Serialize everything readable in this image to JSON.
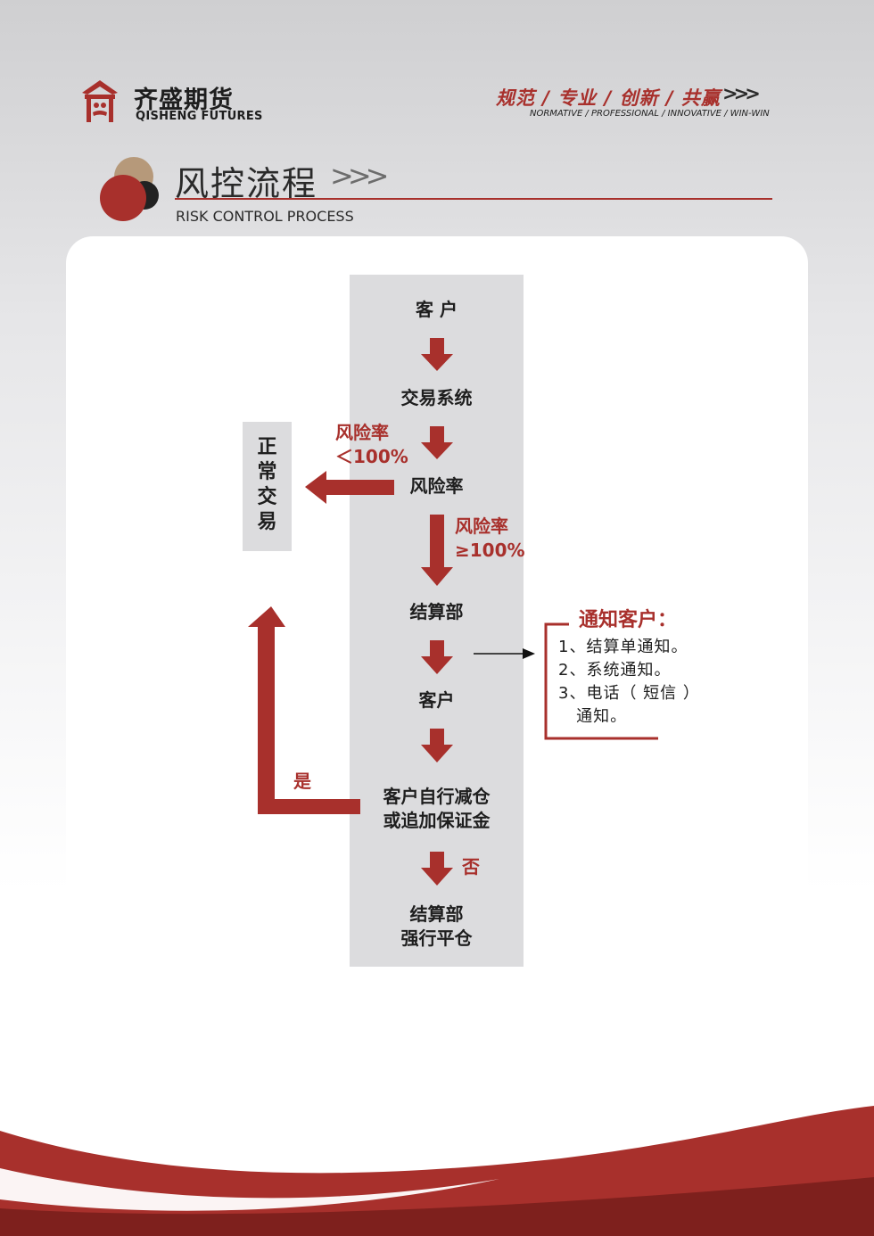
{
  "header": {
    "logo_cn": "齐盛期货",
    "logo_en": "QISHENG FUTURES",
    "slogan_cn": "规范 / 专业 / 创新 / 共赢",
    "slogan_chevrons": ">>>",
    "slogan_en": "NORMATIVE / PROFESSIONAL / INNOVATIVE / WIN-WIN"
  },
  "section": {
    "title_cn": "风控流程",
    "title_chevrons": ">>>",
    "title_en": "RISK CONTROL PROCESS"
  },
  "flow": {
    "nodes": {
      "client": "客 户",
      "trading_system": "交易系统",
      "risk_rate": "风险率",
      "settlement": "结算部",
      "client2": "客户",
      "reduce_line1": "客户自行减仓",
      "reduce_line2": "或追加保证金",
      "force_line1": "结算部",
      "force_line2": "强行平仓"
    },
    "side_box": [
      "正",
      "常",
      "交",
      "易"
    ],
    "labels": {
      "lt_line1": "风险率",
      "lt_line2": "＜100%",
      "ge_line1": "风险率",
      "ge_line2": "≥100%",
      "yes": "是",
      "no": "否"
    },
    "notify": {
      "title": "通知客户：",
      "items": [
        "1、结算单通知。",
        "2、系统通知。",
        "3、电话（ 短信 ）",
        "   通知。"
      ]
    }
  },
  "colors": {
    "accent": "#a8302c",
    "grey": "#dcdcde",
    "text": "#1e1e1e"
  }
}
